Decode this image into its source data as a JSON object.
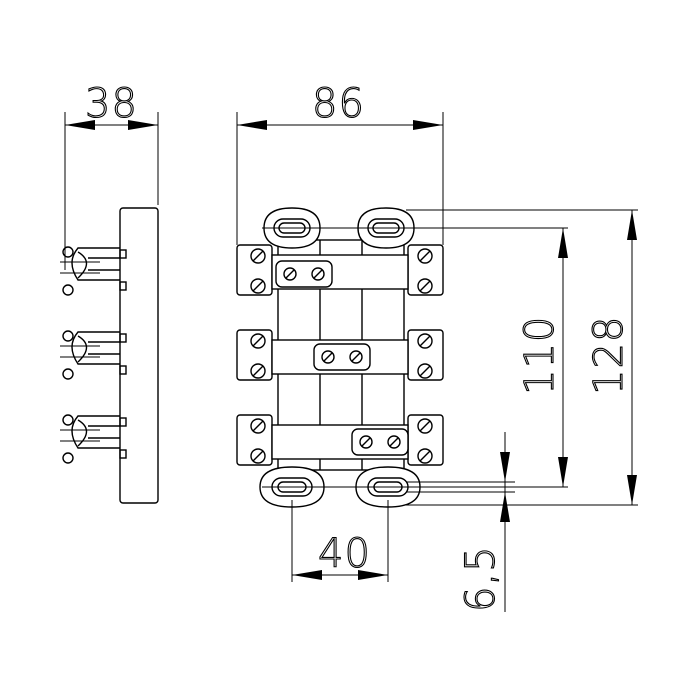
{
  "dimensions": {
    "side_width": "38",
    "top_width": "86",
    "height_inner": "110",
    "height_outer": "128",
    "hole_spacing": "40",
    "hole_diameter": "6,5"
  }
}
